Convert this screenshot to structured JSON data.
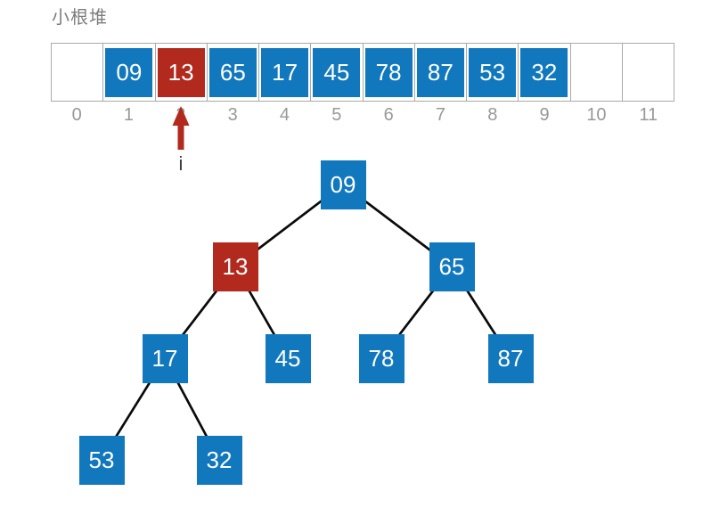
{
  "title": "小根堆",
  "colors": {
    "node_blue": "#1278bd",
    "node_red": "#b12a1d",
    "arrow_red": "#b12a1d",
    "grid_border": "#aaaaaa",
    "index_text": "#989898",
    "title_text": "#7d7d7d",
    "pointer_text": "#3c3c3c",
    "edge_black": "#0a0a0a",
    "node_text": "#ffffff"
  },
  "array": {
    "cells": [
      {
        "index": "0",
        "value": "",
        "state": "empty"
      },
      {
        "index": "1",
        "value": "09",
        "state": "blue"
      },
      {
        "index": "2",
        "value": "13",
        "state": "red"
      },
      {
        "index": "3",
        "value": "65",
        "state": "blue"
      },
      {
        "index": "4",
        "value": "17",
        "state": "blue"
      },
      {
        "index": "5",
        "value": "45",
        "state": "blue"
      },
      {
        "index": "6",
        "value": "78",
        "state": "blue"
      },
      {
        "index": "7",
        "value": "87",
        "state": "blue"
      },
      {
        "index": "8",
        "value": "53",
        "state": "blue"
      },
      {
        "index": "9",
        "value": "32",
        "state": "blue"
      },
      {
        "index": "10",
        "value": "",
        "state": "empty"
      },
      {
        "index": "11",
        "value": "",
        "state": "empty"
      }
    ],
    "pointer": {
      "label": "i",
      "points_to_index": "2"
    }
  },
  "tree": {
    "nodes": [
      {
        "id": "n09",
        "value": "09",
        "state": "blue"
      },
      {
        "id": "n13",
        "value": "13",
        "state": "red"
      },
      {
        "id": "n65",
        "value": "65",
        "state": "blue"
      },
      {
        "id": "n17",
        "value": "17",
        "state": "blue"
      },
      {
        "id": "n45",
        "value": "45",
        "state": "blue"
      },
      {
        "id": "n78",
        "value": "78",
        "state": "blue"
      },
      {
        "id": "n87",
        "value": "87",
        "state": "blue"
      },
      {
        "id": "n53",
        "value": "53",
        "state": "blue"
      },
      {
        "id": "n32",
        "value": "32",
        "state": "blue"
      }
    ],
    "edges": [
      {
        "from": "n09",
        "to": "n13"
      },
      {
        "from": "n09",
        "to": "n65"
      },
      {
        "from": "n13",
        "to": "n17"
      },
      {
        "from": "n13",
        "to": "n45"
      },
      {
        "from": "n65",
        "to": "n78"
      },
      {
        "from": "n65",
        "to": "n87"
      },
      {
        "from": "n17",
        "to": "n53"
      },
      {
        "from": "n17",
        "to": "n32"
      }
    ]
  }
}
